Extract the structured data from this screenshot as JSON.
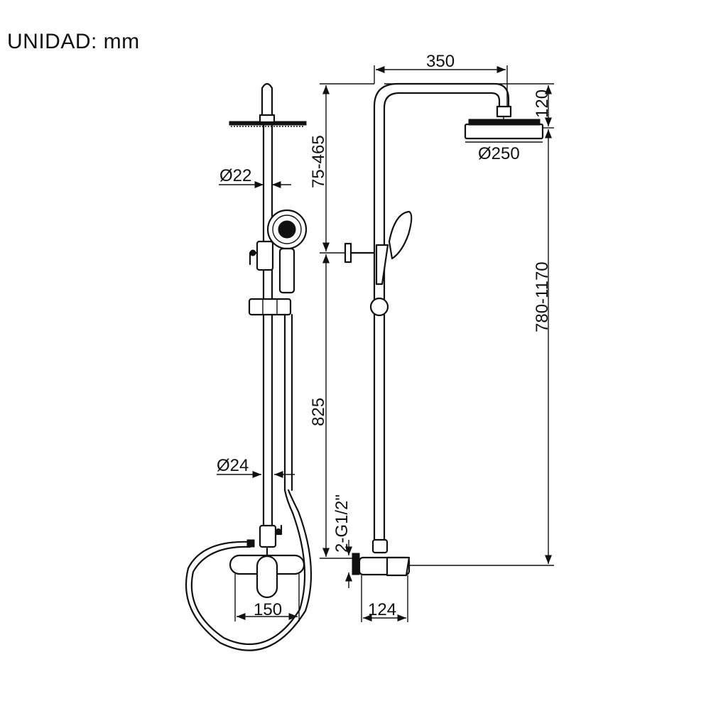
{
  "unit_label": "UNIDAD: mm",
  "dimensions": {
    "rail_diameter": "Ø22",
    "pipe_diameter": "Ø24",
    "head_adjust": "75-465",
    "lower_height": "825",
    "connection": "2-G1/2\"",
    "mixer_spacing": "150",
    "arm_reach": "350",
    "head_drop": "120",
    "head_diameter": "Ø250",
    "total_height": "780-1170",
    "mixer_depth": "124"
  },
  "colors": {
    "line": "#111111",
    "background": "#ffffff"
  }
}
